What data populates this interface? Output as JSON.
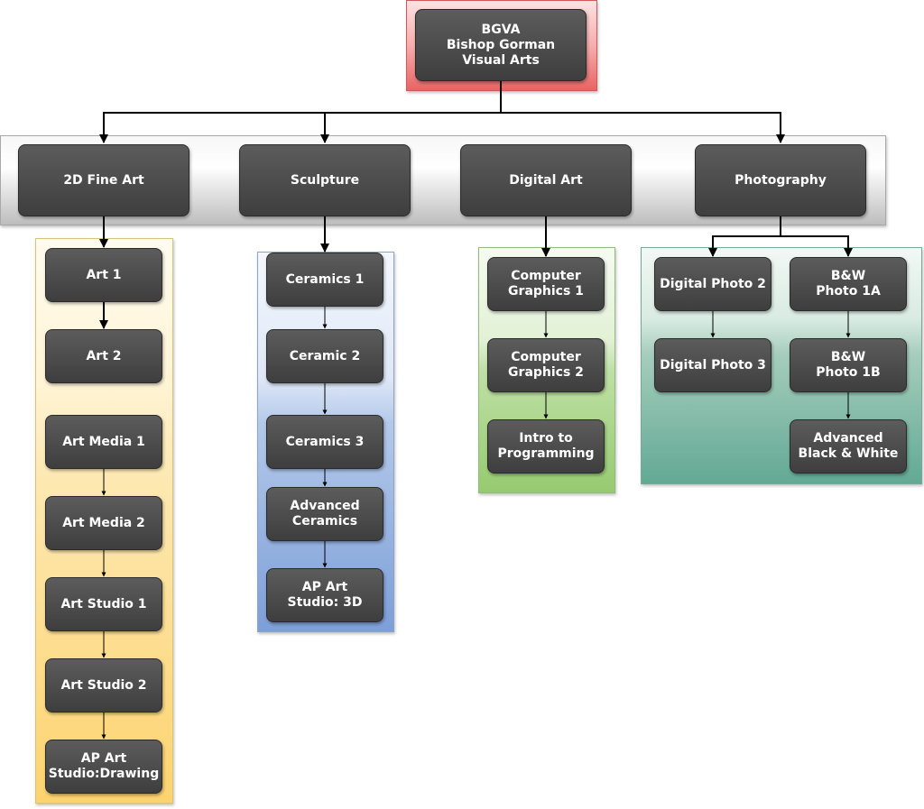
{
  "root": {
    "title": "BGVA\nBishop Gorman\nVisual Arts"
  },
  "categories": {
    "fine_art": "2D Fine Art",
    "sculpture": "Sculpture",
    "digital_art": "Digital Art",
    "photography": "Photography"
  },
  "fine_art_courses": [
    "Art 1",
    "Art 2",
    "Art Media 1",
    "Art Media 2",
    "Art Studio 1",
    "Art Studio 2",
    "AP Art\nStudio:Drawing"
  ],
  "sculpture_courses": [
    "Ceramics 1",
    "Ceramic 2",
    "Ceramics 3",
    "Advanced\nCeramics",
    "AP Art\nStudio: 3D"
  ],
  "digital_art_courses": [
    "Computer\nGraphics 1",
    "Computer\nGraphics 2",
    "Intro to\nProgramming"
  ],
  "photography_courses": {
    "digital": [
      "Digital Photo 2",
      "Digital Photo 3"
    ],
    "bw": [
      "B&W\nPhoto 1A",
      "B&W\nPhoto 1B",
      "Advanced\nBlack & White"
    ]
  },
  "colors": {
    "node": "#474747",
    "root_panel": "#e86464",
    "fine_art_panel": "#fdd36f",
    "sculpture_panel": "#7d9fd8",
    "digital_panel": "#96ca70",
    "photo_panel": "#62a994"
  }
}
